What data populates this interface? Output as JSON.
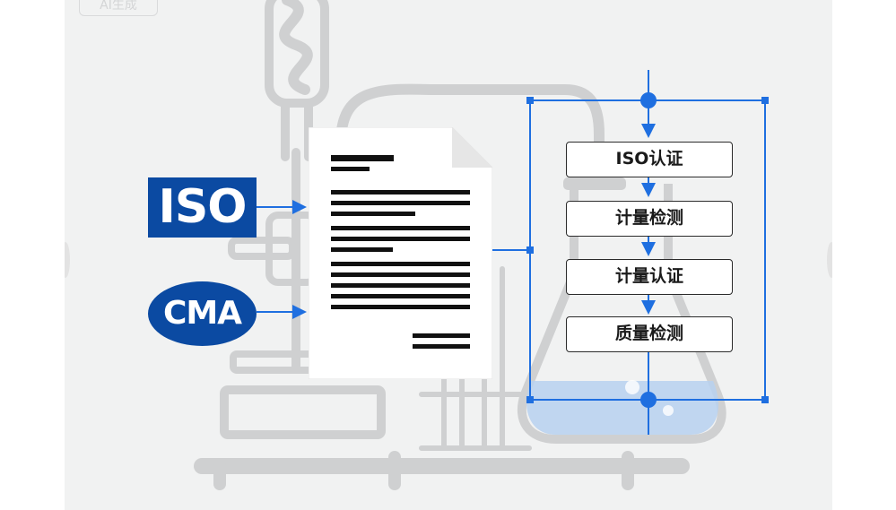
{
  "watermark": "AI生成",
  "badges": {
    "iso": "ISO",
    "cma": "CMA"
  },
  "flow": {
    "steps": [
      "ISO认证",
      "计量检测",
      "计量认证",
      "质量检测"
    ]
  },
  "colors": {
    "connector_blue": "#1f6fe0",
    "badge_blue": "#0b4aa2",
    "equipment_gray": "#cfd0d1",
    "liquid_blue": "#b7d1f0",
    "background": "#f1f2f2"
  }
}
